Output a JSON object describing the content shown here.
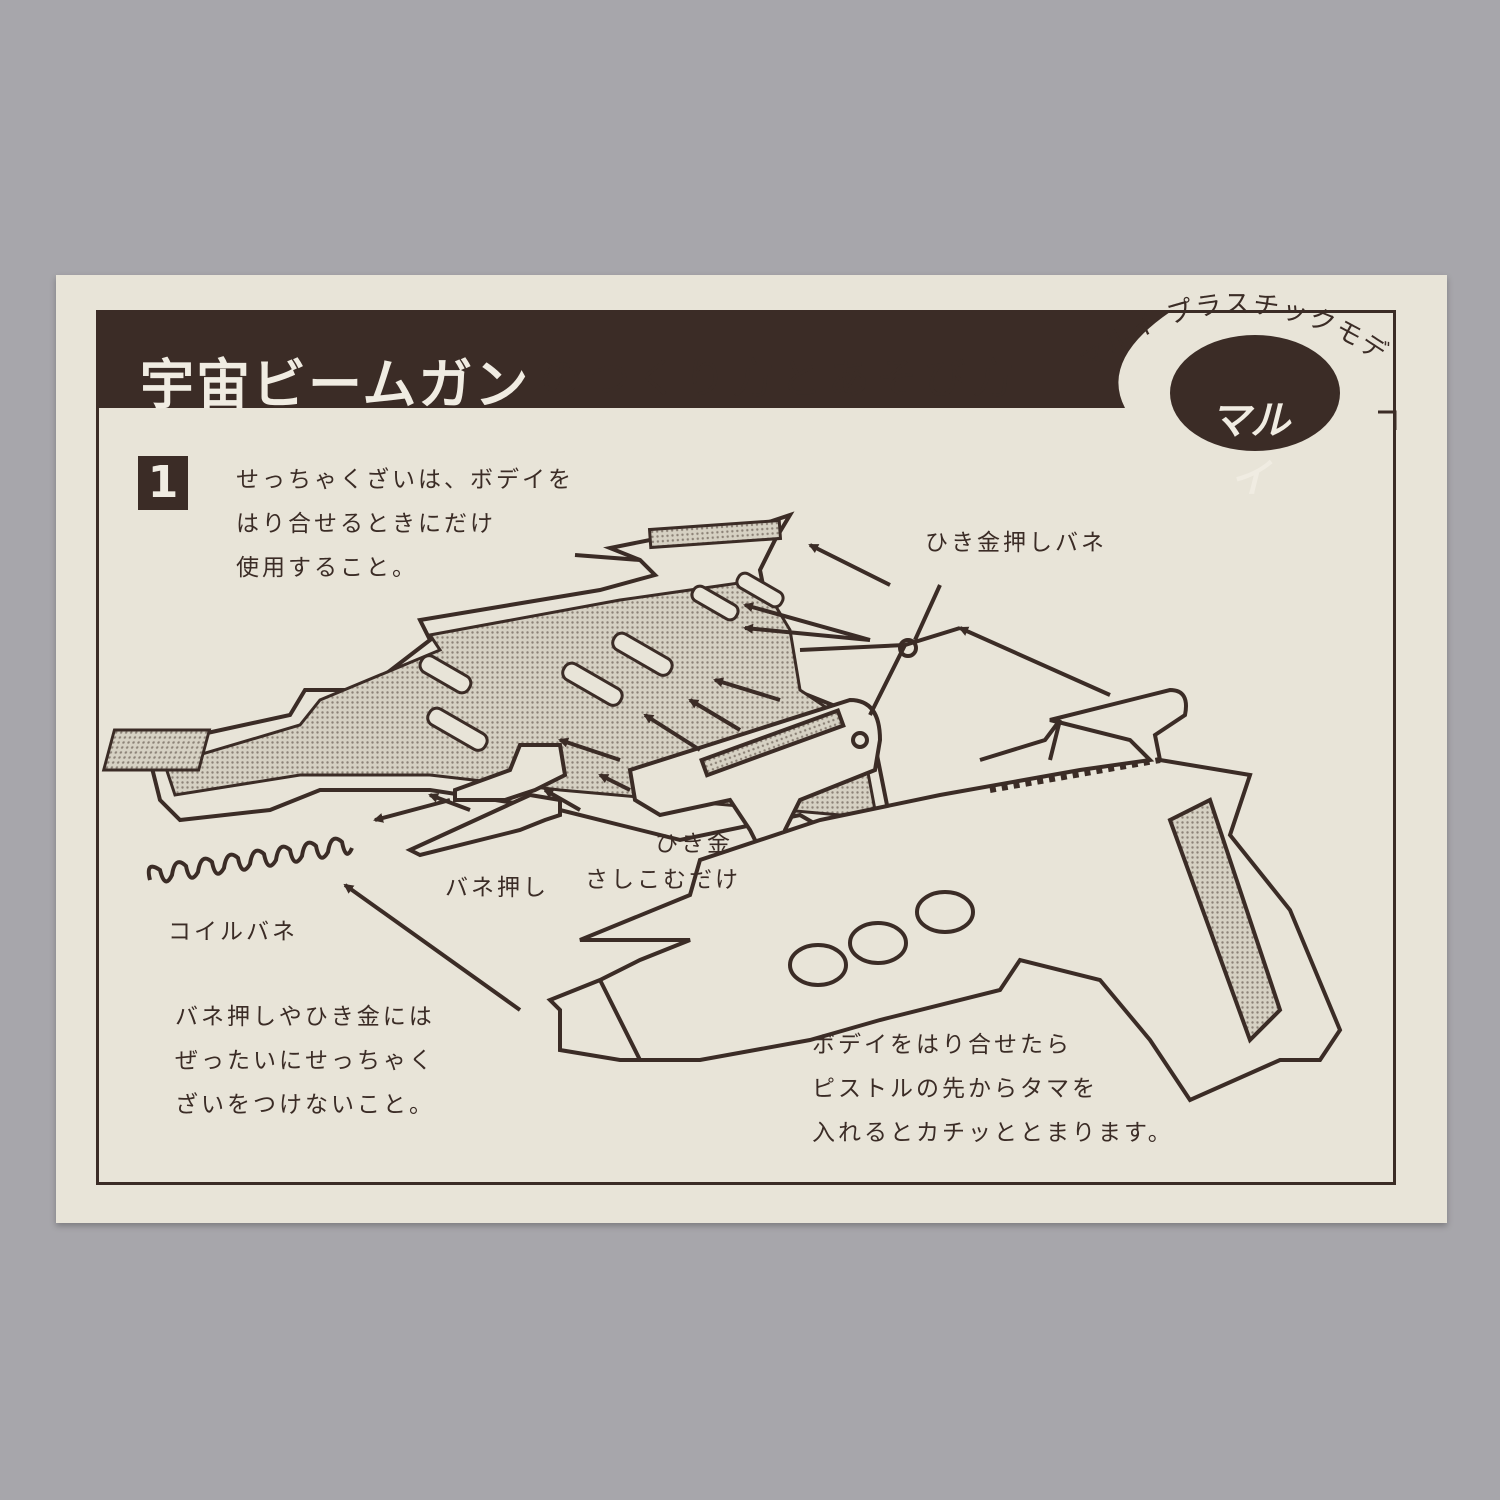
{
  "header": {
    "title_main": "宇宙ビームガン",
    "title_sub": "のつくり方とあそび方"
  },
  "brand": {
    "arc_text": "マルイ プラスチックモデル",
    "logo_text": "マルイ"
  },
  "step": {
    "number": "1",
    "note_lines": [
      "せっちゃくざいは、ボデイを",
      "はり合せるときにだけ",
      "使用すること。"
    ]
  },
  "labels": {
    "trigger_spring": "ひき金押しバネ",
    "trigger": "ひき金",
    "insert_only": "さしこむだけ",
    "spring_pusher": "バネ押し",
    "coil_spring": "コイルバネ"
  },
  "warning_lines": [
    "バネ押しやひき金には",
    "ぜったいにせっちゃく",
    "ざいをつけないこと。"
  ],
  "instruction_lines": [
    "ボデイをはり合せたら",
    "ピストルの先からタマを",
    "入れるとカチッととまります。"
  ],
  "colors": {
    "ink": "#3b2c26",
    "paper": "#e8e4d8",
    "background": "#a7a6ab"
  }
}
